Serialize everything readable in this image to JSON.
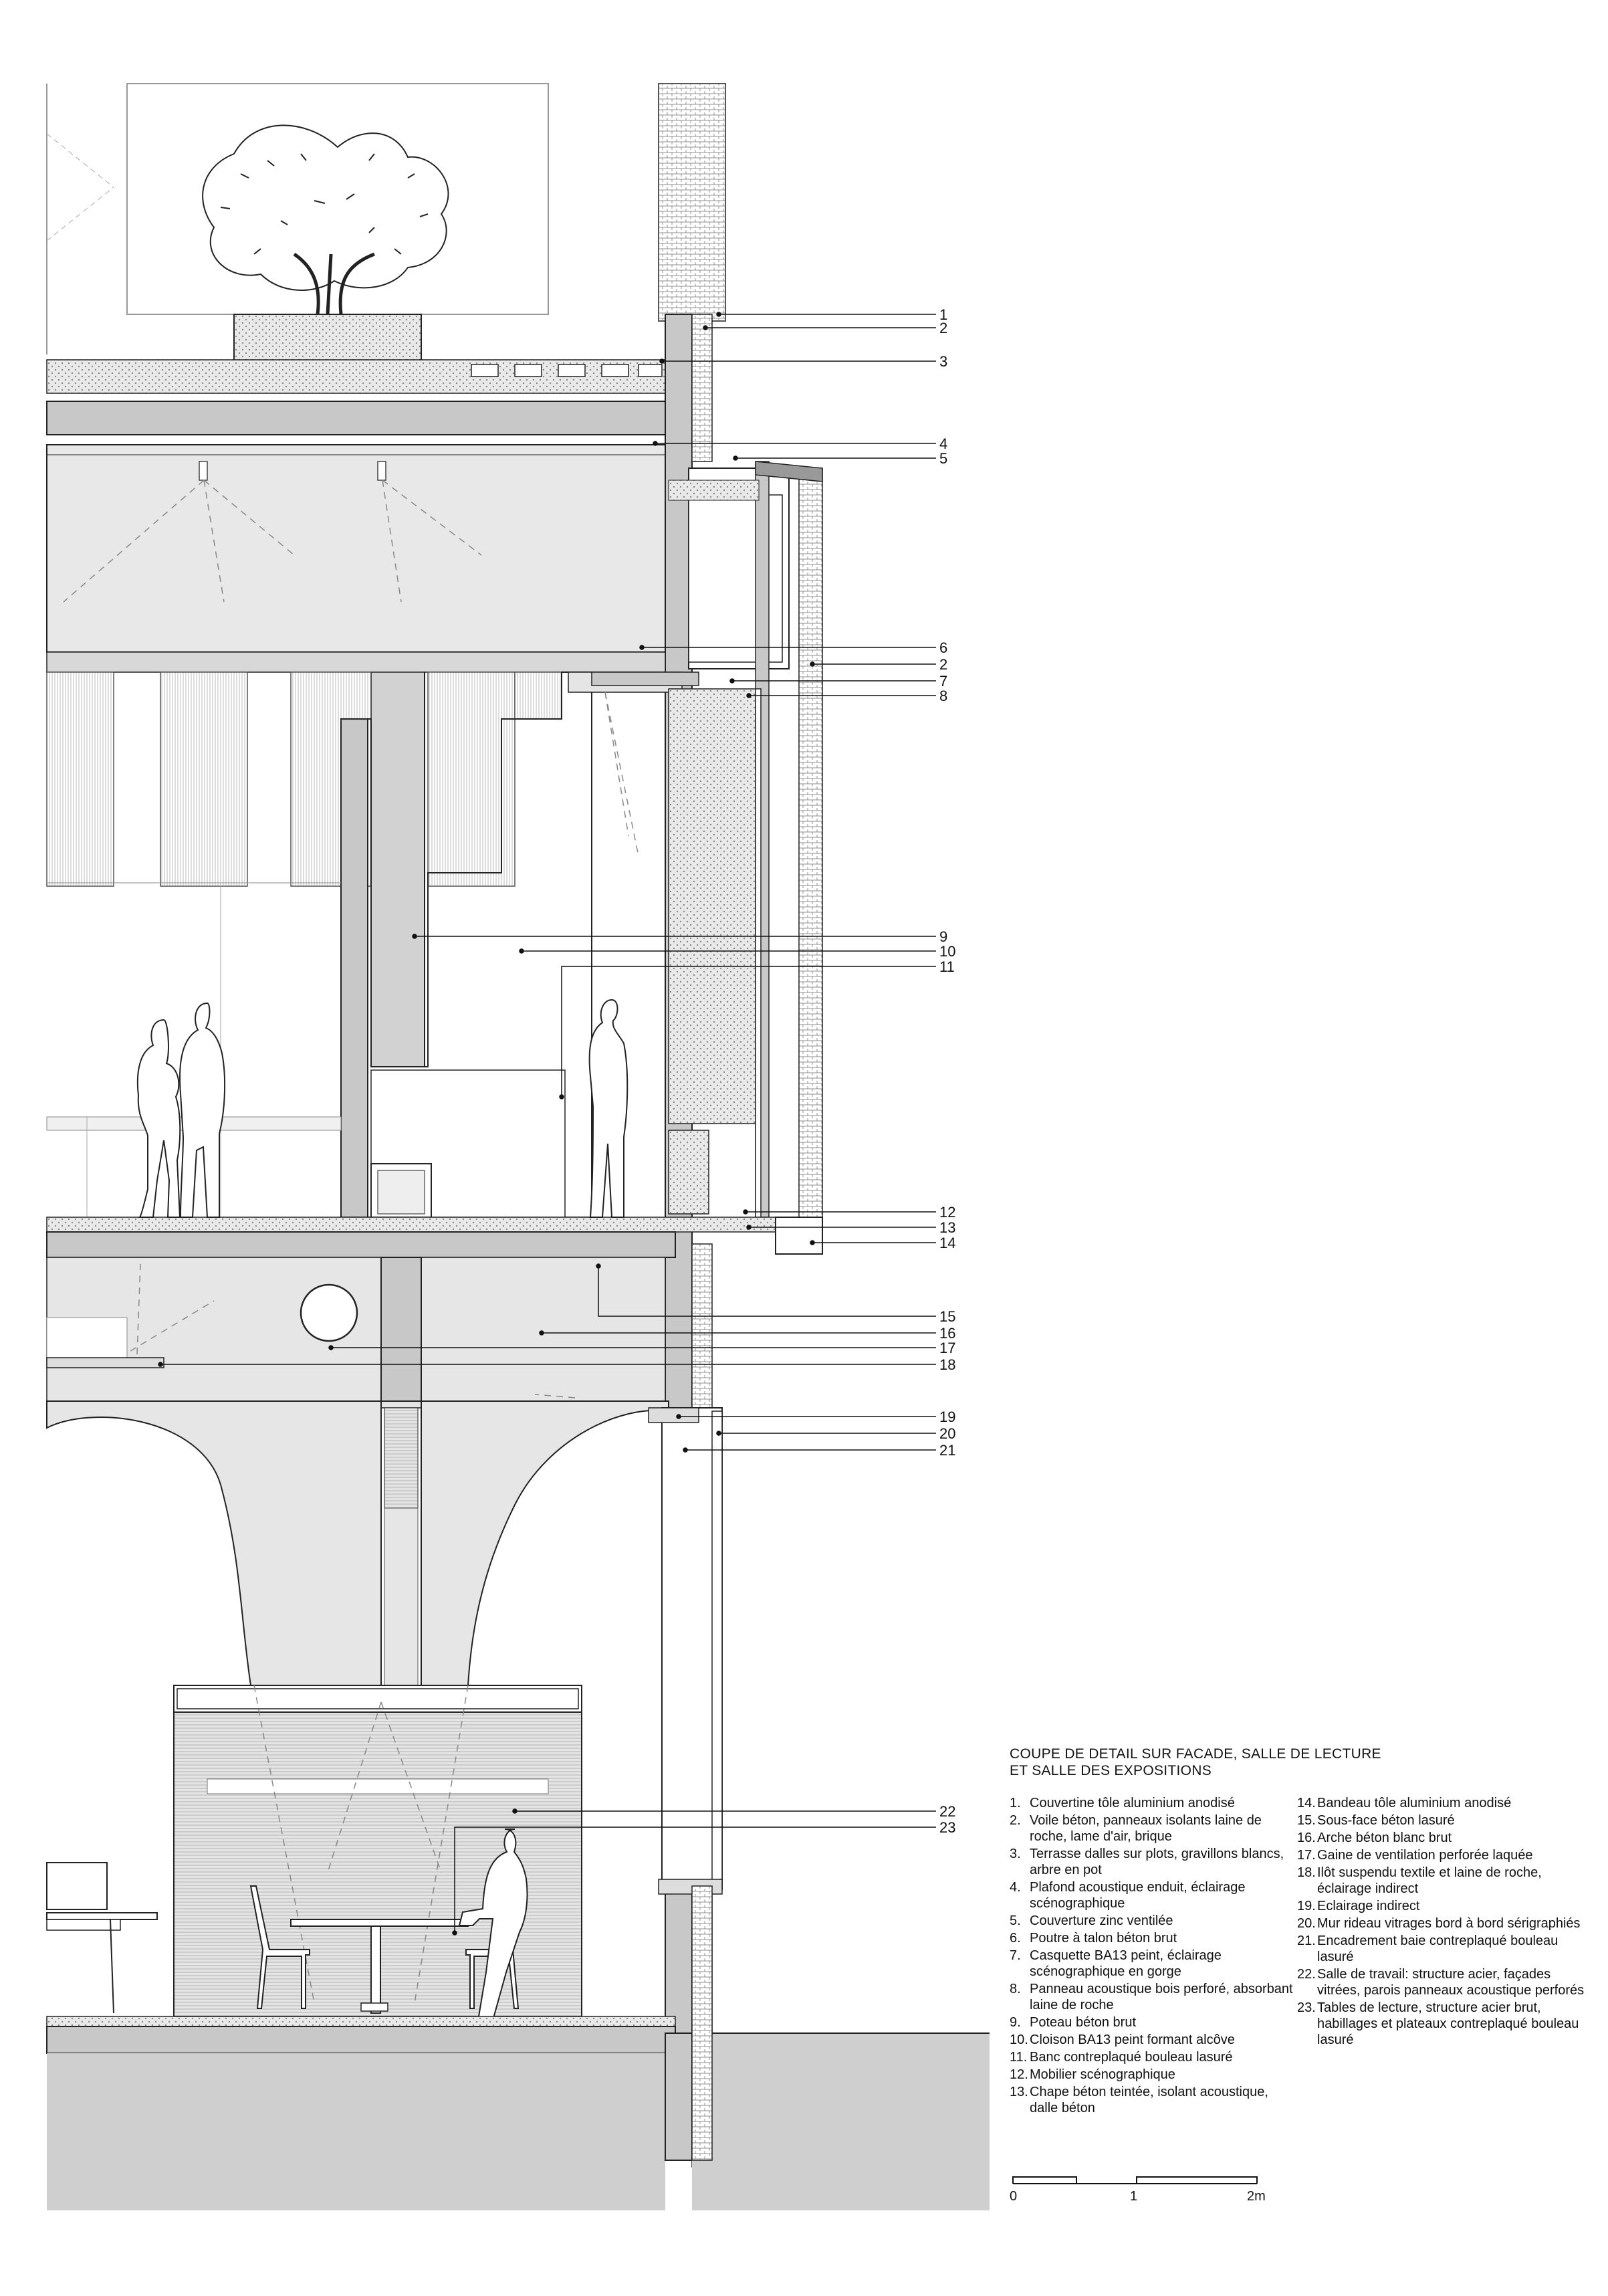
{
  "legend": {
    "title_line1": "COUPE DE DETAIL SUR FACADE, SALLE DE LECTURE",
    "title_line2": "ET SALLE DES EXPOSITIONS",
    "items_left": [
      {
        "num": "1.",
        "text": "Couvertine tôle aluminium anodisé"
      },
      {
        "num": "2.",
        "text": "Voile béton, panneaux isolants laine de roche, lame d'air, brique"
      },
      {
        "num": "3.",
        "text": "Terrasse dalles sur plots, gravillons blancs, arbre en pot"
      },
      {
        "num": "4.",
        "text": "Plafond acoustique enduit, éclairage scénographique"
      },
      {
        "num": "5.",
        "text": "Couverture zinc ventilée"
      },
      {
        "num": "6.",
        "text": "Poutre à talon béton brut"
      },
      {
        "num": "7.",
        "text": "Casquette BA13 peint, éclairage scénographique en gorge"
      },
      {
        "num": "8.",
        "text": "Panneau acoustique bois perforé, absorbant laine de roche"
      },
      {
        "num": "9.",
        "text": "Poteau béton brut"
      },
      {
        "num": "10.",
        "text": "Cloison BA13 peint formant alcôve"
      },
      {
        "num": "11.",
        "text": "Banc contreplaqué bouleau lasuré"
      },
      {
        "num": "12.",
        "text": "Mobilier scénographique"
      },
      {
        "num": "13.",
        "text": "Chape béton teintée, isolant acoustique, dalle béton"
      }
    ],
    "items_right": [
      {
        "num": "14.",
        "text": "Bandeau tôle aluminium anodisé"
      },
      {
        "num": "15.",
        "text": "Sous-face béton lasuré"
      },
      {
        "num": "16.",
        "text": "Arche béton blanc brut"
      },
      {
        "num": "17.",
        "text": "Gaine de ventilation perforée laquée"
      },
      {
        "num": "18.",
        "text": "Ilôt suspendu textile et laine de roche, éclairage indirect"
      },
      {
        "num": "19.",
        "text": "Eclairage indirect"
      },
      {
        "num": "20.",
        "text": "Mur rideau vitrages bord à bord sérigraphiés"
      },
      {
        "num": "21.",
        "text": "Encadrement baie contreplaqué bouleau lasuré"
      },
      {
        "num": "22.",
        "text": "Salle de travail: structure acier, façades vitrées, parois panneaux acoustique perforés"
      },
      {
        "num": "23.",
        "text": "Tables de lecture, structure acier brut, habillages et plateaux contreplaqué bouleau lasuré"
      }
    ]
  },
  "callouts": [
    "1",
    "2",
    "3",
    "4",
    "5",
    "6",
    "2",
    "7",
    "8",
    "9",
    "10",
    "11",
    "12",
    "13",
    "14",
    "15",
    "16",
    "17",
    "18",
    "19",
    "20",
    "21",
    "22",
    "23"
  ],
  "scale_bar": {
    "label_0": "0",
    "label_1": "1",
    "label_2": "2m"
  },
  "colors": {
    "concrete_fill": "#c8c8c8",
    "light_fill": "#e6e6e6",
    "line": "#111111",
    "ground": "#cfcfcf"
  }
}
